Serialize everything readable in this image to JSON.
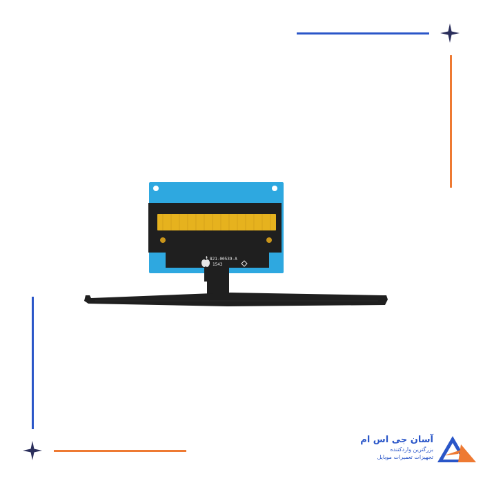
{
  "colors": {
    "blue_accent": "#2a56c8",
    "orange_accent": "#ee7a33",
    "connector_blue": "#2ea8e0",
    "flex_black": "#1f1f1f",
    "contact_gold": "#e6b21e"
  },
  "product": {
    "part_number": "821-00539-A",
    "date_code": "1543"
  },
  "brand": {
    "name": "آسان جی اس ام",
    "tagline_1": "بزرگترین واردکننده",
    "tagline_2": "تجهیزات تعمیرات موبایل"
  },
  "icons": {
    "star": "four-point-star-icon",
    "apple": "apple-logo-icon",
    "brand_logo": "triangle-logo-icon"
  }
}
